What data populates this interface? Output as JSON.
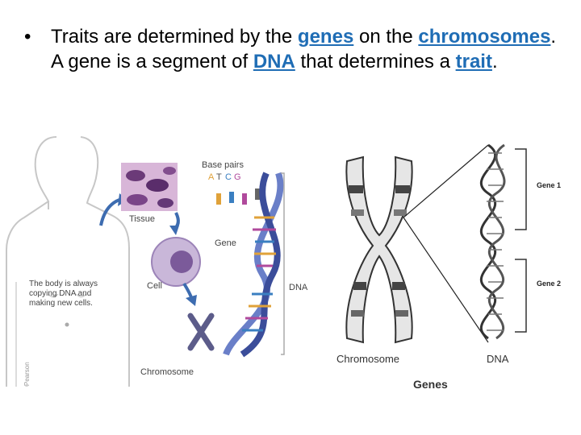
{
  "slide": {
    "bullet": "•",
    "t1": "Traits are determined by the ",
    "k1": "genes",
    "t2": " on the ",
    "k2": "chromosomes",
    "t3": ". A gene is a segment of ",
    "k3": "DNA",
    "t4": " that determines a ",
    "k4": "trait",
    "t5": "."
  },
  "left_figure": {
    "base_pairs": "Base pairs",
    "bases": [
      "A",
      "T",
      "C",
      "G"
    ],
    "tissue": "Tissue",
    "gene": "Gene",
    "cell": "Cell",
    "dna": "DNA",
    "chromosome": "Chromosome",
    "body_note": [
      "The body is always",
      "copying DNA and",
      "making new cells."
    ],
    "signature": "©Pearson"
  },
  "right_figure": {
    "gene1": "Gene 1",
    "gene2": "Gene 2",
    "chromosome": "Chromosome",
    "dna": "DNA",
    "title": "Genes"
  },
  "colors": {
    "keyword": "#1f6db5",
    "base_A": "#e0a23a",
    "base_T": "#555555",
    "base_C": "#3a7fc1",
    "base_G": "#b04a9c"
  }
}
